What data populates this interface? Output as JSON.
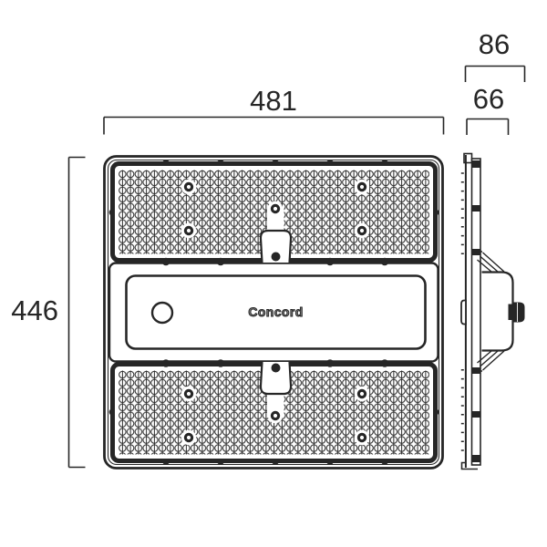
{
  "diagram": {
    "type": "technical-dimension-drawing",
    "product": {
      "brand_label": "Concord"
    },
    "dim": {
      "width": "481",
      "height": "446",
      "depth_overall": "86",
      "depth_body": "66"
    },
    "views": [
      {
        "id": "front-view",
        "description": "front face with two lens arrays and central label band"
      },
      {
        "id": "side-view",
        "description": "side profile with driver box and cable gland"
      }
    ],
    "colors": {
      "line": "#262626",
      "background": "#ffffff"
    }
  }
}
